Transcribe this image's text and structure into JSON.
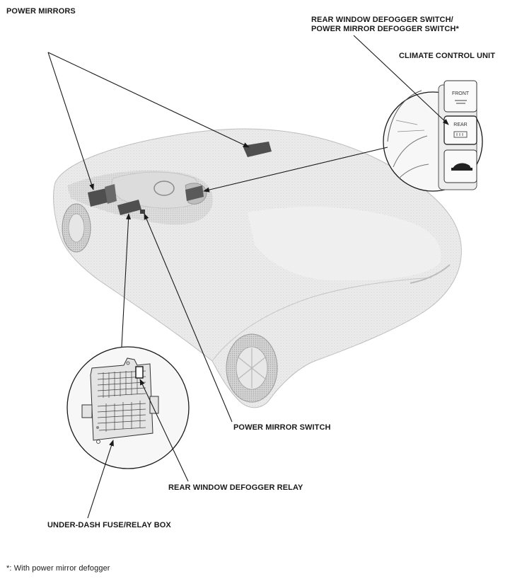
{
  "labels": {
    "power_mirrors": "POWER MIRRORS",
    "rear_defogger_switch_line1": "REAR WINDOW DEFOGGER SWITCH/",
    "rear_defogger_switch_line2": "POWER MIRROR DEFOGGER SWITCH*",
    "climate_control_unit": "CLIMATE CONTROL UNIT",
    "power_mirror_switch": "POWER MIRROR SWITCH",
    "rear_window_defogger_relay": "REAR WINDOW DEFOGGER RELAY",
    "under_dash_fuse_relay_box": "UNDER-DASH FUSE/RELAY BOX",
    "footnote": "*: With power mirror defogger"
  },
  "climate_buttons": {
    "front": "FRONT",
    "rear": "REAR"
  },
  "colors": {
    "line": "#1a1a1a",
    "body_fill": "#e9e9e9",
    "shadow": "#cfcfcf",
    "component": "#555555"
  }
}
